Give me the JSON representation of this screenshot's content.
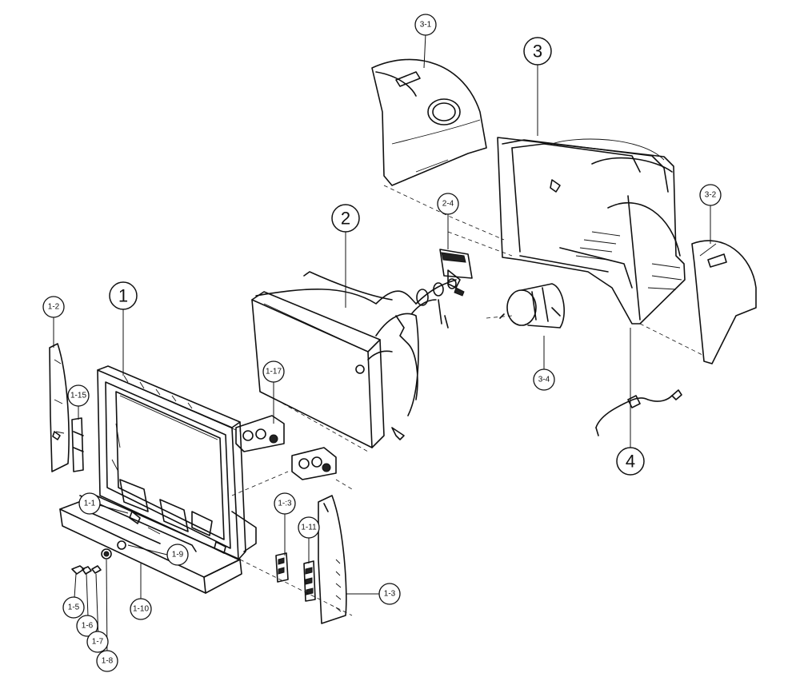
{
  "callouts": {
    "p1": "1",
    "p2": "2",
    "p3": "3",
    "p4": "4",
    "p3_1": "3-1",
    "p3_2": "3-2",
    "p3_4": "3-4",
    "p2_4": "2-4",
    "p1_1": "1-1",
    "p1_2": "1-2",
    "p1_3": "1-3",
    "p1_5": "1-5",
    "p1_6": "1-6",
    "p1_7": "1-7",
    "p1_8": "1-8",
    "p1_9": "1-9",
    "p1_10": "1-10",
    "p1_11": "1-11",
    "p1_13": "1-:3",
    "p1_15": "1-15",
    "p1_17": "1-17"
  }
}
